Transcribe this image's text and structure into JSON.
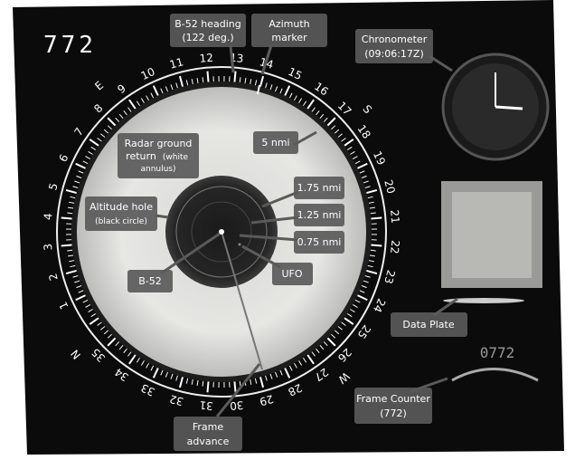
{
  "frame_number": "772",
  "dial": {
    "numbers": [
      "1",
      "2",
      "3",
      "4",
      "5",
      "6",
      "7",
      "8",
      "9",
      "10",
      "11",
      "12",
      "13",
      "14",
      "15",
      "16",
      "17",
      "18",
      "19",
      "20",
      "21",
      "22",
      "23",
      "24",
      "25",
      "26",
      "27",
      "28",
      "29",
      "30",
      "31",
      "32",
      "33",
      "34",
      "35"
    ],
    "cardinals": {
      "N": "N",
      "E": "E",
      "S": "S",
      "W": "W"
    }
  },
  "callouts": {
    "heading": {
      "line1": "B-52 heading",
      "line2": "(122 deg.)"
    },
    "azimuth": {
      "line1": "Azimuth",
      "line2": "marker"
    },
    "chronometer": {
      "line1": "Chronometer",
      "line2": "(09:06:17Z)"
    },
    "ground_return": {
      "line1": "Radar ground",
      "line2a": "return",
      "line2b": "(white",
      "line3": "annulus)"
    },
    "five_nmi": "5 nmi",
    "r175": "1.75 nmi",
    "r125": "1.25 nmi",
    "r075": "0.75 nmi",
    "altitude_hole": {
      "line1": "Altitude hole",
      "line2": "(black circle)"
    },
    "b52": "B-52",
    "ufo": "UFO",
    "data_plate": "Data Plate",
    "frame_counter": {
      "line1": "Frame Counter",
      "line2": "(772)"
    },
    "frame_advance": {
      "line1": "Frame",
      "line2": "advance"
    }
  },
  "counter_digits": "0772"
}
